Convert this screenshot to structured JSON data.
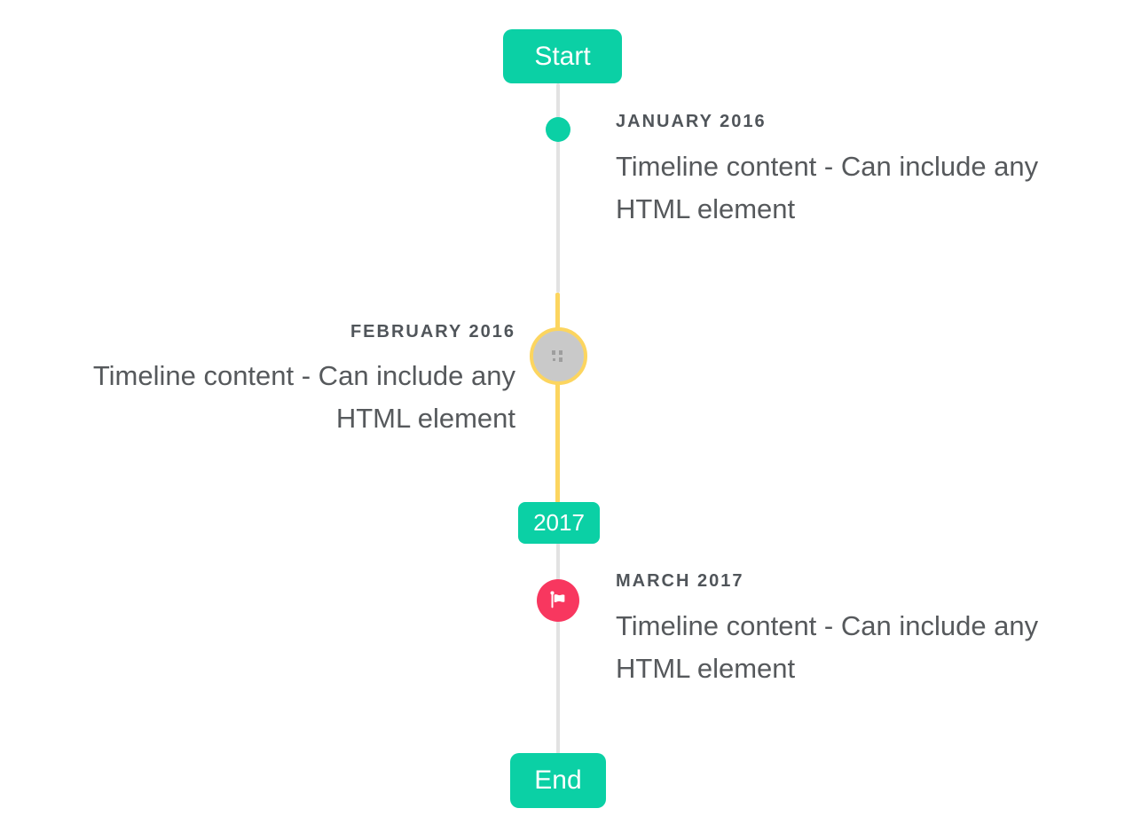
{
  "timeline": {
    "start_label": "Start",
    "end_label": "End",
    "year_label": "2017",
    "events": [
      {
        "title": "JANUARY 2016",
        "body": "Timeline content - Can include any HTML element",
        "side": "right",
        "marker": "teal-dot"
      },
      {
        "title": "FEBRUARY 2016",
        "body": "Timeline content - Can include any HTML element",
        "side": "left",
        "marker": "gray-photo-circle-yellow-ring"
      },
      {
        "title": "MARCH 2017",
        "body": "Timeline content - Can include any HTML element",
        "side": "right",
        "marker": "pink-flag-circle"
      }
    ],
    "colors": {
      "accent_teal": "#0bd0a5",
      "accent_yellow": "#fcd55f",
      "accent_pink": "#f8375f",
      "line_gray": "#e2e2e2",
      "marker_gray_fill": "#c9c9c9",
      "title_text": "#50555a",
      "body_text": "#56595c",
      "badge_text": "#ffffff"
    }
  }
}
